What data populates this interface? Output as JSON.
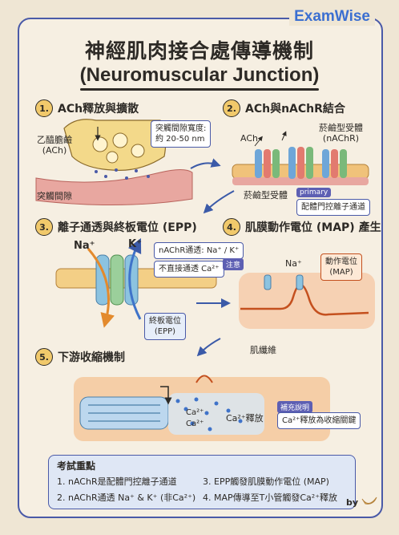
{
  "brand": "ExamWise",
  "title": "神經肌肉接合處傳導機制",
  "subtitle": "(Neuromuscular Junction)",
  "sections": [
    {
      "num": "1.",
      "title": "ACh釋放與擴散"
    },
    {
      "num": "2.",
      "title": "ACh與nAChR結合"
    },
    {
      "num": "3.",
      "title": "離子通透與終板電位 (EPP)"
    },
    {
      "num": "4.",
      "title": "肌膜動作電位 (MAP) 產生"
    },
    {
      "num": "5.",
      "title": "下游收縮機制"
    }
  ],
  "s1": {
    "cleft_width_line1": "突觸間隙寬度:",
    "cleft_width_line2": "約 20-50 nm",
    "ach_line1": "乙醯膽鹼",
    "ach_line2": "(ACh)",
    "cleft": "突觸間隙"
  },
  "s2": {
    "ach": "ACh",
    "nachr_line1": "菸鹼型受體",
    "nachr_line2": "(nAChR)",
    "receptor": "菸鹼型受體",
    "tag": "primary",
    "ligand_gated": "配體門控離子通道"
  },
  "s3": {
    "na": "Na⁺",
    "k": "K⁺",
    "nachr_perm": "nAChR通透: Na⁺ / K⁺",
    "no_ca": "不直接通透 Ca²⁺",
    "caution": "注意",
    "epp_line1": "終板電位",
    "epp_line2": "(EPP)"
  },
  "s4": {
    "na": "Na⁺",
    "ap_line1": "動作電位",
    "ap_line2": "(MAP)",
    "fiber": "肌纖維"
  },
  "s5": {
    "ca1": "Ca²⁺",
    "ca2": "Ca²⁺",
    "release": "Ca²⁺釋放",
    "supp_tag": "補充說明",
    "supp_text": "Ca²⁺釋放為收縮關鍵"
  },
  "notes": {
    "title": "考試重點",
    "items": [
      "1. nAChR是配體門控離子通道",
      "3. EPP觸發肌膜動作電位 (MAP)",
      "2. nAChR通透 Na⁺ & K⁺ (非Ca²⁺)",
      "4. MAP傳導至T小管觸發Ca²⁺釋放"
    ]
  },
  "signature": "by",
  "colors": {
    "accent": "#4a5aa8",
    "brand": "#3b6fd1",
    "badge": "#f1c96b"
  }
}
